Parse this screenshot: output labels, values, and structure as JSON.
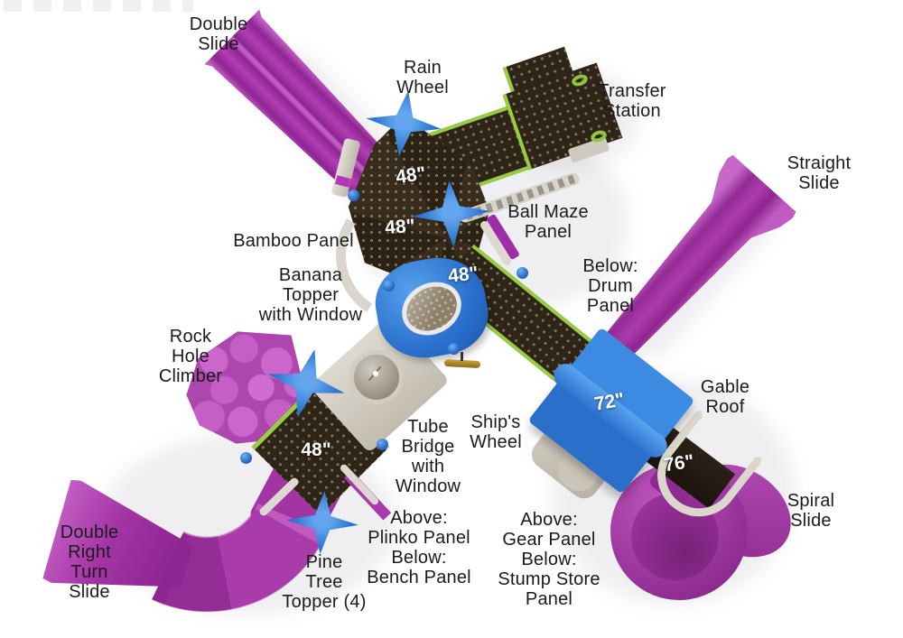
{
  "diagram": {
    "type": "playground-equipment-top-view",
    "background": "#ffffff",
    "labels": {
      "double_slide": "Double\nSlide",
      "rain_wheel": "Rain\nWheel",
      "transfer_station": "Transfer\nStation",
      "straight_slide": "Straight\nSlide",
      "ball_maze_panel": "Ball Maze\nPanel",
      "bamboo_panel": "Bamboo Panel",
      "banana_topper": "Banana\nTopper\nwith Window",
      "below_drum_panel": "Below:\nDrum\nPanel",
      "rock_hole_climber": "Rock\nHole\nClimber",
      "gable_roof": "Gable\nRoof",
      "ships_wheel": "Ship's\nWheel",
      "tube_bridge": "Tube\nBridge\nwith\nWindow",
      "spiral_slide": "Spiral\nSlide",
      "double_right_turn_slide": "Double\nRight\nTurn\nSlide",
      "pine_tree_topper": "Pine\nTree\nTopper (4)",
      "plinko_bench": "Above:\nPlinko Panel\nBelow:\nBench Panel",
      "gear_stump": "Above:\nGear Panel\nBelow:\nStump Store\nPanel"
    },
    "dimensions": {
      "deck_a": "48\"",
      "deck_b": "48\"",
      "deck_c": "48\"",
      "deck_d": "48\"",
      "gable_roof": "72\"",
      "spiral_walkway": "76\""
    },
    "colors": {
      "slide_purple": "#a836a9",
      "deck_brown": "#2e2417",
      "trim_green": "#98cc42",
      "component_blue": "#2e7cd9",
      "structure_tan": "#d9d5cc",
      "ships_wheel_gold": "#b8860b",
      "label_text": "#1b1b1b",
      "dimension_text": "#ffffff"
    }
  }
}
